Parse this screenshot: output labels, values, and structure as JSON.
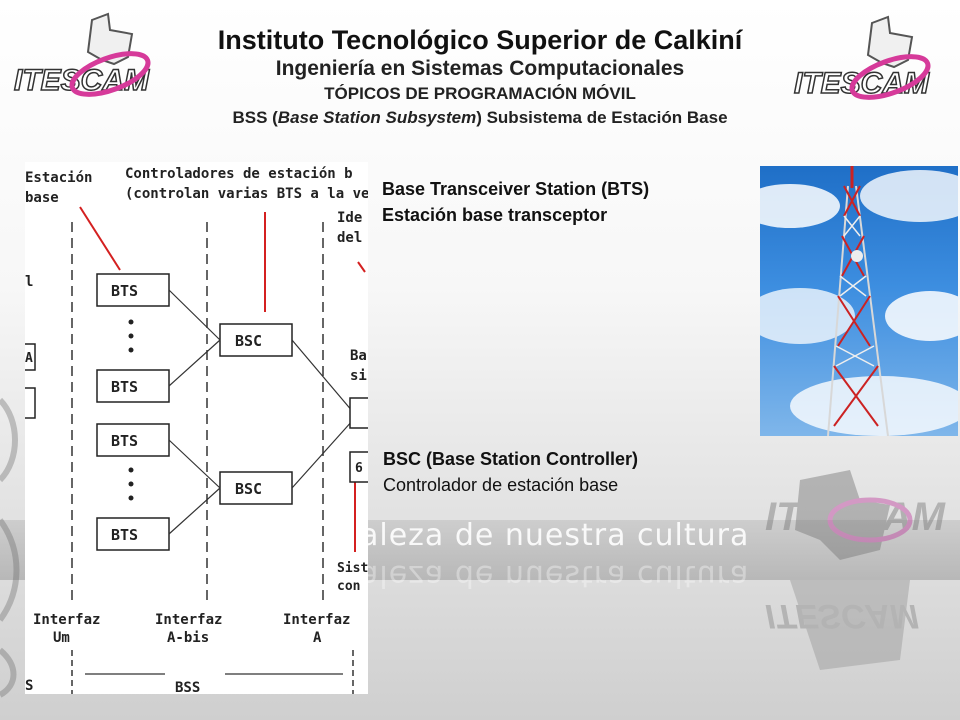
{
  "header": {
    "institute": "Instituto Tecnológico Superior de Calkiní",
    "program": "Ingeniería en Sistemas Computacionales",
    "course": "TÓPICOS DE PROGRAMACIÓN MÓVIL",
    "topic_prefix": "BSS (",
    "topic_italic": "Base Station Subsystem",
    "topic_suffix": ") Subsistema de Estación Base"
  },
  "logo": {
    "text_left": "ITES",
    "text_right": "AM",
    "icon": "itescam-logo-icon"
  },
  "background": {
    "slogan": "aleza de nuestra cultura"
  },
  "bts": {
    "title": "Base Transceiver Station (BTS)",
    "subtitle": "Estación base transceptor"
  },
  "bsc": {
    "title": "BSC (Base Station Controller)",
    "subtitle": "Controlador de estación base"
  },
  "diagram": {
    "label_estacion": "Estación",
    "label_base": "base",
    "label_controladores_1": "Controladores de estación b",
    "label_controladores_2": "(controlan varias BTS a la ve",
    "label_iden": "Ide",
    "label_del": "del",
    "label_l": "l",
    "label_ba": "Ba",
    "label_sis": "sis",
    "label_a": "A",
    "label_6": "6",
    "label_sist": "Sist",
    "label_con": "con",
    "bts_box": "BTS",
    "bsc_box": "BSC",
    "interfaz": "Interfaz",
    "um": "Um",
    "a_bis": "A-bis",
    "a": "A",
    "s": "S",
    "bss": "BSS",
    "colors": {
      "red_line": "#d42020",
      "ink": "#222222"
    }
  }
}
